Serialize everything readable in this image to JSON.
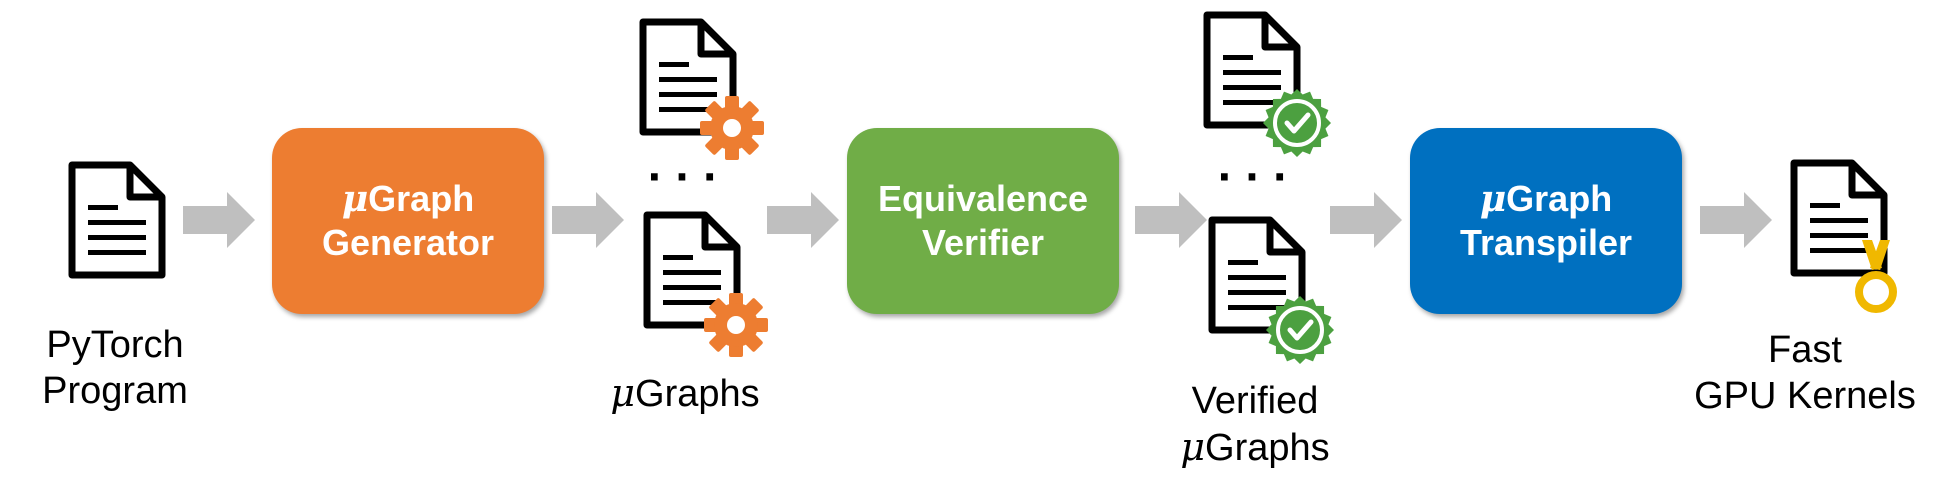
{
  "labels": {
    "input_line1": "PyTorch",
    "input_line2": "Program",
    "ugraphs": "Graphs",
    "verified_line1": "Verified",
    "verified_line2": "Graphs",
    "output_line1": "Fast",
    "output_line2": "GPU Kernels",
    "mu": "μ"
  },
  "stages": {
    "generator": {
      "line1": "Graph",
      "line2": "Generator",
      "color": "#ED7D31"
    },
    "verifier": {
      "line1": "Equivalence",
      "line2": "Verifier",
      "color": "#70AD47"
    },
    "transpiler": {
      "line1": "Graph",
      "line2": "Transpiler",
      "color": "#0070C0"
    }
  },
  "ellipsis": "· · ·",
  "colors": {
    "arrow": "#BFBFBF",
    "gear": "#ED7D31",
    "badge": "#4CA040",
    "medal": "#F0B800"
  }
}
